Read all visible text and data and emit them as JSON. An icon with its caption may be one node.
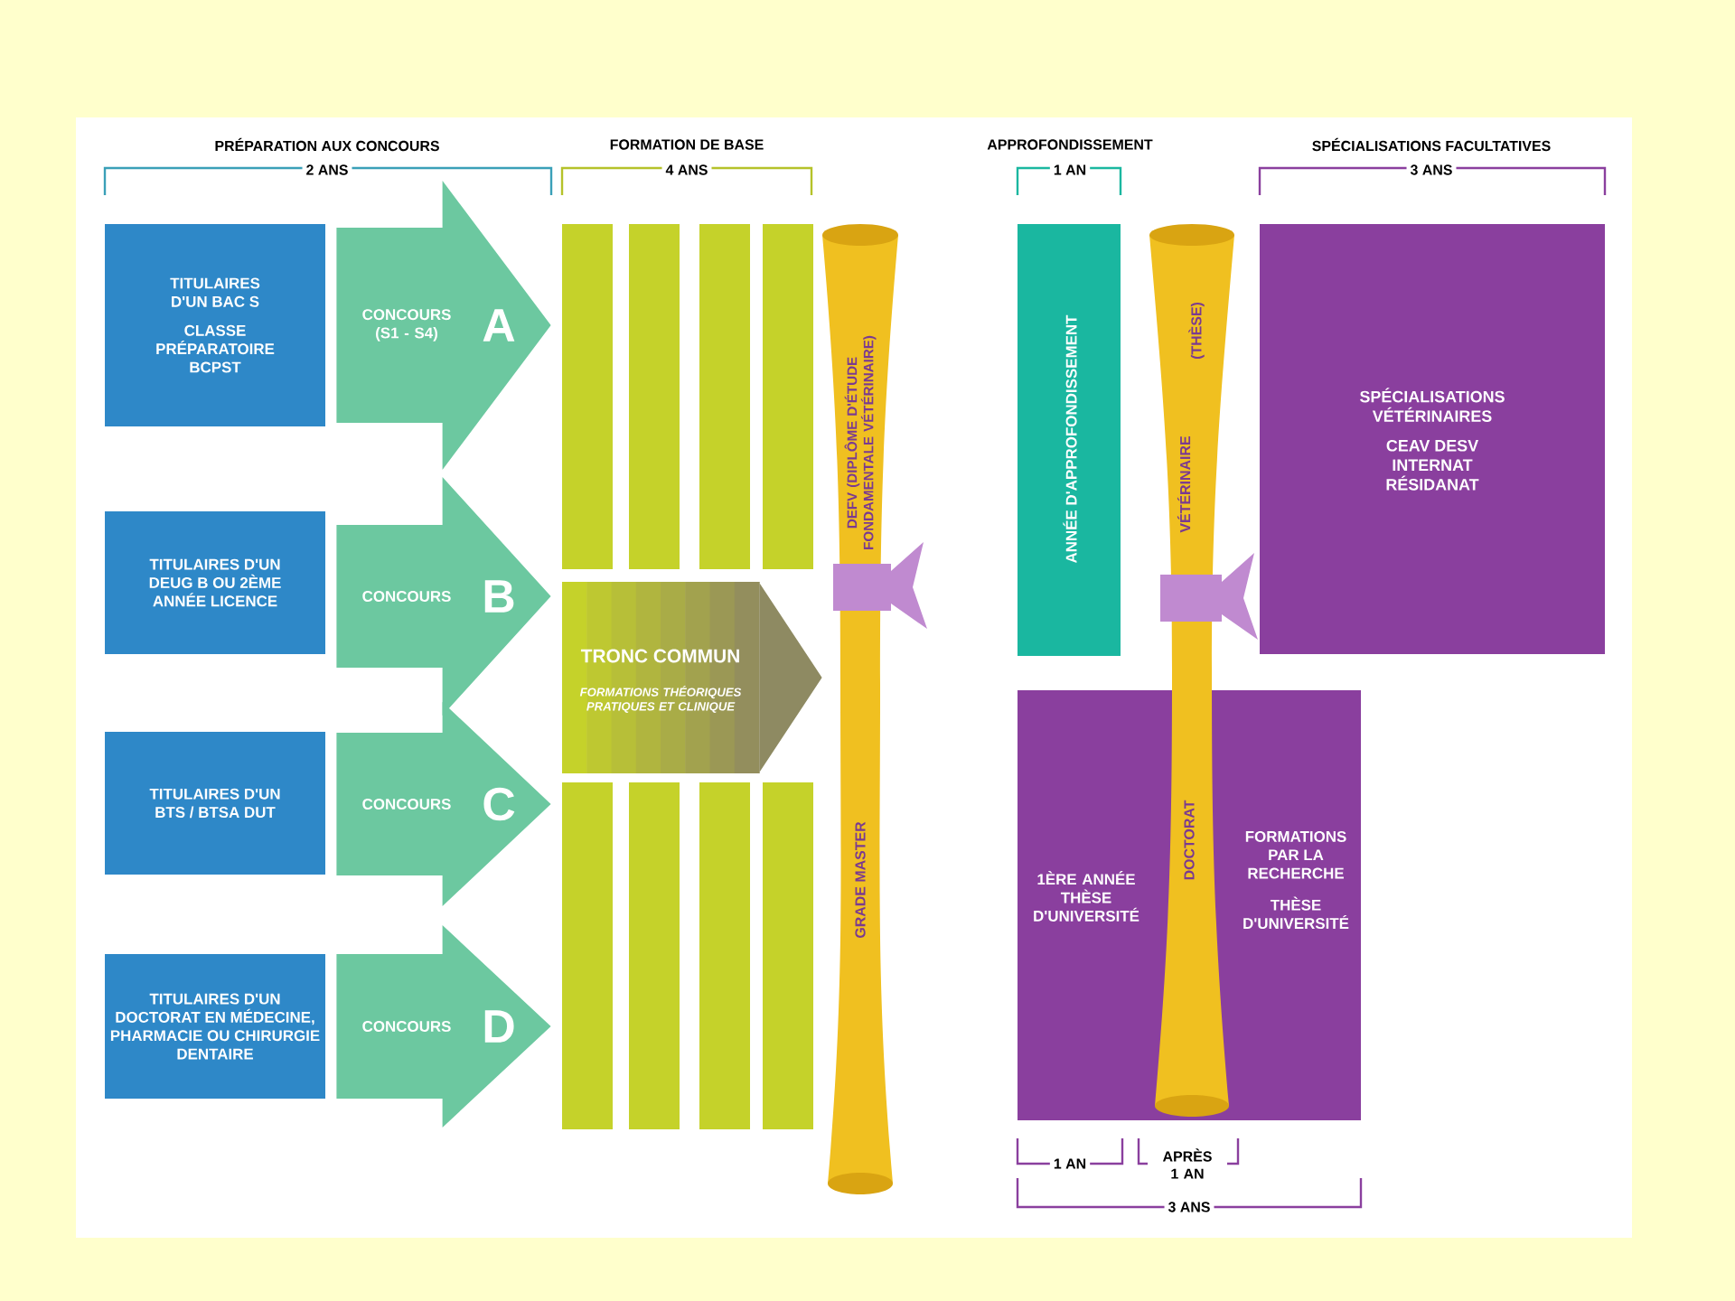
{
  "diagram": {
    "nodes": [
      {
        "text": [
          "TITULAIRES D'UN BAC S",
          "CLASSE PRÉPARATOIRE BCPST"
        ]
      },
      {
        "text": [
          "TITULAIRES D'UN DEUG B OU 2ÈME ANNÉE LICENCE"
        ]
      },
      {
        "text": [
          "TITULAIRES D'UN BTS / BTSA DUT"
        ]
      },
      {
        "text": [
          "TITULAIRES D'UN DOCTORAT EN MÉDECINE, PHARMACIE OU CHIRURGIE DENTAIRE"
        ]
      },
      {
        "text": [],
        "shape": "bar"
      },
      {
        "text": [],
        "shape": "bar"
      },
      {
        "text": [],
        "shape": "bar"
      },
      {
        "text": [],
        "shape": "bar"
      },
      {
        "text": [
          "TRONC COMMUN",
          "FORMATIONS THÉORIQUES PRATIQUES ET CLINIQUE"
        ]
      },
      {
        "text": [],
        "shape": "bar"
      },
      {
        "text": [],
        "shape": "bar"
      },
      {
        "text": [],
        "shape": "bar"
      },
      {
        "text": [],
        "shape": "bar"
      },
      {
        "text": [
          "DEFV (DIPLÔME D'ÉTUDE FONDAMENTALE VÉTÉRINAIRE)",
          "GRADE MASTER"
        ]
      },
      {
        "text": [
          "ANNÉE D'APPROFONDISSEMENT"
        ]
      },
      {
        "text": [
          "VÉTÉRINAIRE",
          "(THÈSE)",
          "DOCTORAT"
        ]
      },
      {
        "text": [
          "SPÉCIALISATIONS VÉTÉRINAIRES",
          "CEAV DESV INTERNAT RÉSIDANAT"
        ]
      },
      {
        "text": [
          "1ÈRE ANNÉE THÈSE D'UNIVERSITÉ",
          "FORMATIONS PAR LA RECHERCHE",
          "THÈSE D'UNIVERSITÉ"
        ]
      }
    ],
    "edges": [
      {
        "from": 0,
        "to": 4,
        "arrow": "to",
        "label": "CONCOURS (S1 - S4)"
      },
      {
        "from": 1,
        "to": 8,
        "arrow": "to",
        "label": "CONCOURS"
      },
      {
        "from": 2,
        "to": 9,
        "arrow": "to",
        "label": "CONCOURS"
      },
      {
        "from": 3,
        "to": 9,
        "arrow": "to",
        "label": "CONCOURS"
      },
      {
        "from": 8,
        "to": 13,
        "arrow": "to",
        "color": "#8e8a62"
      }
    ],
    "labels": [
      "PRÉPARATION AUX CONCOURS",
      "2 ANS",
      "FORMATION DE BASE",
      "4 ANS",
      "APPROFONDISSEMENT",
      "1 AN",
      "SPÉCIALISATIONS FACULTATIVES",
      "3 ANS",
      "A",
      "B",
      "C",
      "D",
      "1 AN",
      "APRÈS 1 AN",
      "3 ANS"
    ]
  }
}
